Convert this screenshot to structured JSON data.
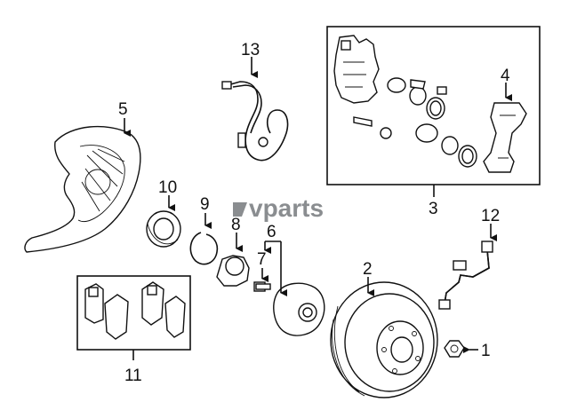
{
  "watermark": {
    "text": "vparts"
  },
  "callouts": [
    {
      "id": "1",
      "label": "1"
    },
    {
      "id": "2",
      "label": "2"
    },
    {
      "id": "3",
      "label": "3"
    },
    {
      "id": "4",
      "label": "4"
    },
    {
      "id": "5",
      "label": "5"
    },
    {
      "id": "6",
      "label": "6"
    },
    {
      "id": "7",
      "label": "7"
    },
    {
      "id": "8",
      "label": "8"
    },
    {
      "id": "9",
      "label": "9"
    },
    {
      "id": "10",
      "label": "10"
    },
    {
      "id": "11",
      "label": "11"
    },
    {
      "id": "12",
      "label": "12"
    },
    {
      "id": "13",
      "label": "13"
    }
  ]
}
